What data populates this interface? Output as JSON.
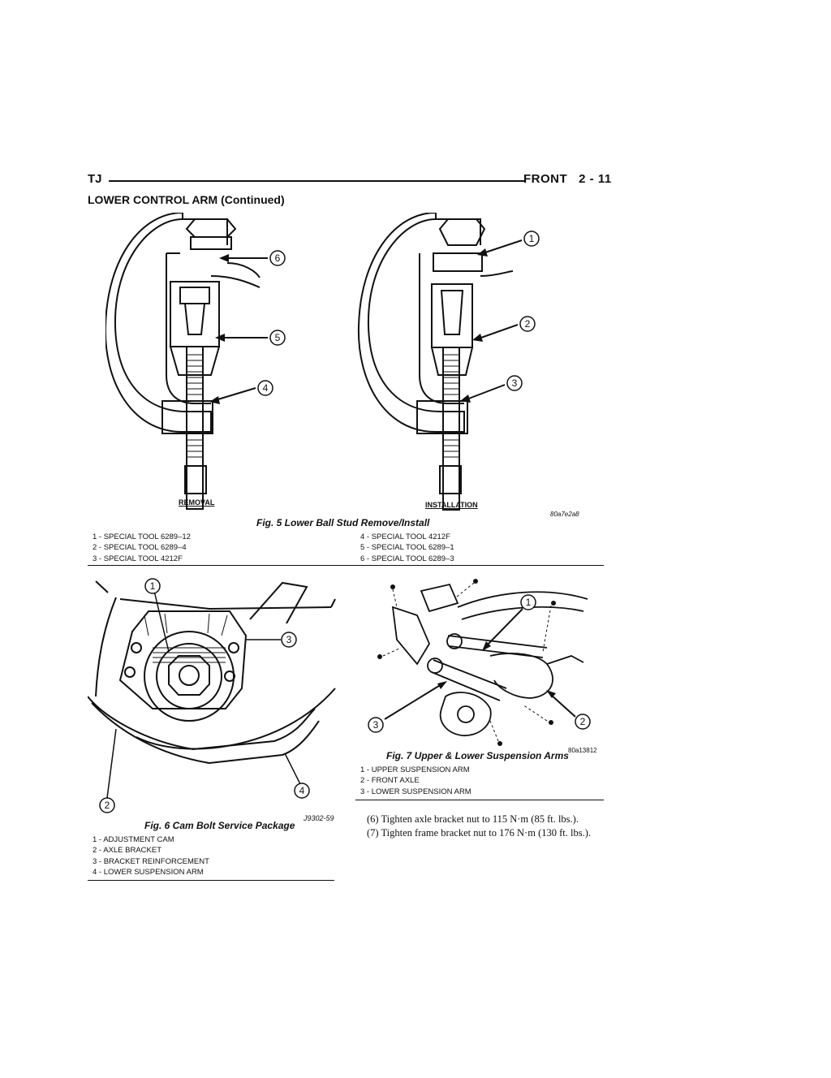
{
  "header": {
    "left": "TJ",
    "right": "FRONT   2 - 11"
  },
  "section_title": "LOWER CONTROL ARM (Continued)",
  "fig5": {
    "caption": "Fig. 5 Lower Ball Stud Remove/Install",
    "removal_label": "REMOVAL",
    "installation_label": "INSTALLATION",
    "tag": "80a7e2a8",
    "callouts_removal": [
      "6",
      "5",
      "4"
    ],
    "callouts_install": [
      "1",
      "2",
      "3"
    ],
    "legend_left": [
      "1 - SPECIAL TOOL 6289–12",
      "2 - SPECIAL TOOL 6289–4",
      "3 - SPECIAL TOOL 4212F"
    ],
    "legend_right": [
      "4 - SPECIAL TOOL 4212F",
      "5 - SPECIAL TOOL 6289–1",
      "6 - SPECIAL TOOL 6289–3"
    ]
  },
  "fig6": {
    "caption": "Fig. 6 Cam Bolt Service Package",
    "tag": "J9302-59",
    "callouts": [
      "1",
      "2",
      "3",
      "4"
    ],
    "legend": [
      "1 - ADJUSTMENT CAM",
      "2 - AXLE BRACKET",
      "3 - BRACKET REINFORCEMENT",
      "4 - LOWER SUSPENSION ARM"
    ]
  },
  "fig7": {
    "caption": "Fig. 7 Upper & Lower Suspension Arms",
    "tag": "80a13812",
    "callouts": [
      "1",
      "2",
      "3"
    ],
    "legend": [
      "1 - UPPER SUSPENSION ARM",
      "2 - FRONT AXLE",
      "3 - LOWER SUSPENSION ARM"
    ]
  },
  "steps": [
    "(6) Tighten axle bracket nut to 115 N·m (85 ft. lbs.).",
    "(7) Tighten frame bracket nut to 176 N·m (130 ft. lbs.)."
  ]
}
